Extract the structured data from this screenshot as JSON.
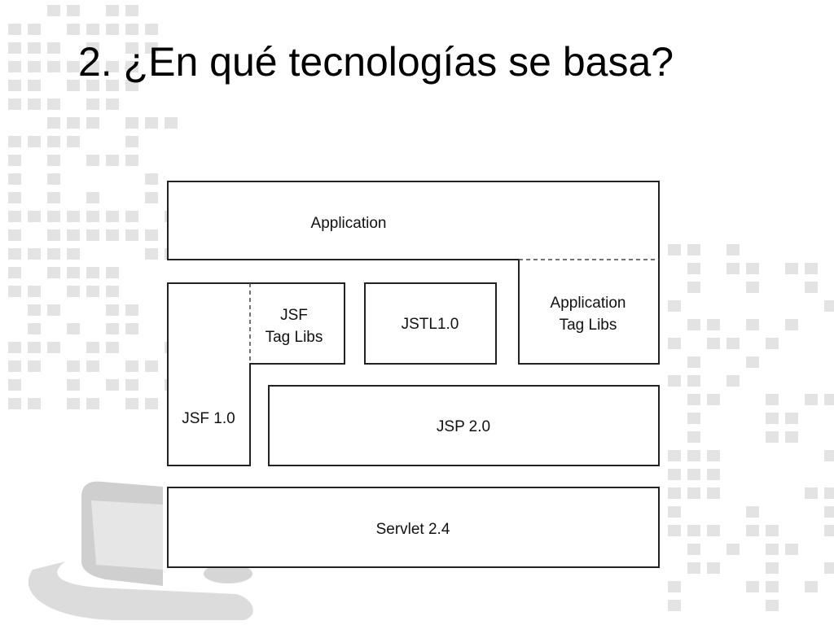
{
  "slide": {
    "title": "2. ¿En qué tecnologías se basa?"
  },
  "diagram": {
    "application": "Application",
    "jsf_tag_libs": [
      "JSF",
      "Tag Libs"
    ],
    "jstl": "JSTL1.0",
    "app_tag_libs": [
      "Application",
      "Tag Libs"
    ],
    "jsf": "JSF 1.0",
    "jsp": "JSP 2.0",
    "servlet": "Servlet 2.4"
  }
}
